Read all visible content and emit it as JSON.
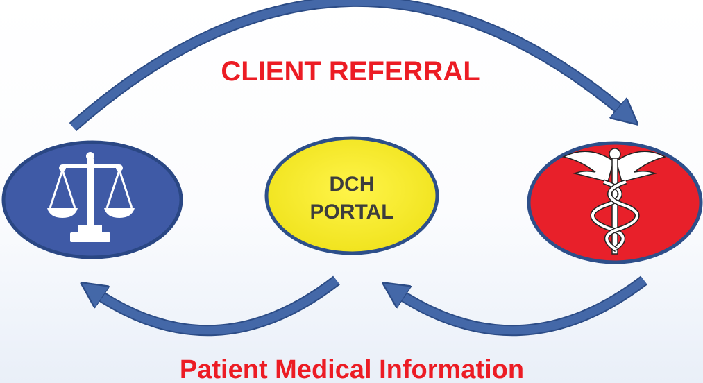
{
  "diagram": {
    "top_label": "CLIENT REFERRAL",
    "bottom_label": "Patient Medical Information",
    "center_node": {
      "line1": "DCH",
      "line2": "PORTAL"
    },
    "left_node": {
      "icon": "scales-of-justice-icon"
    },
    "right_node": {
      "icon": "caduceus-icon"
    },
    "colors": {
      "arrow": "#4468a8",
      "arrow_edge": "#2c4c86",
      "label_red": "#ec1c24",
      "left_fill": "#3f5aa6",
      "center_fill": "#f2e91b",
      "right_fill": "#e8202a",
      "node_border": "#2d4f8a"
    }
  }
}
